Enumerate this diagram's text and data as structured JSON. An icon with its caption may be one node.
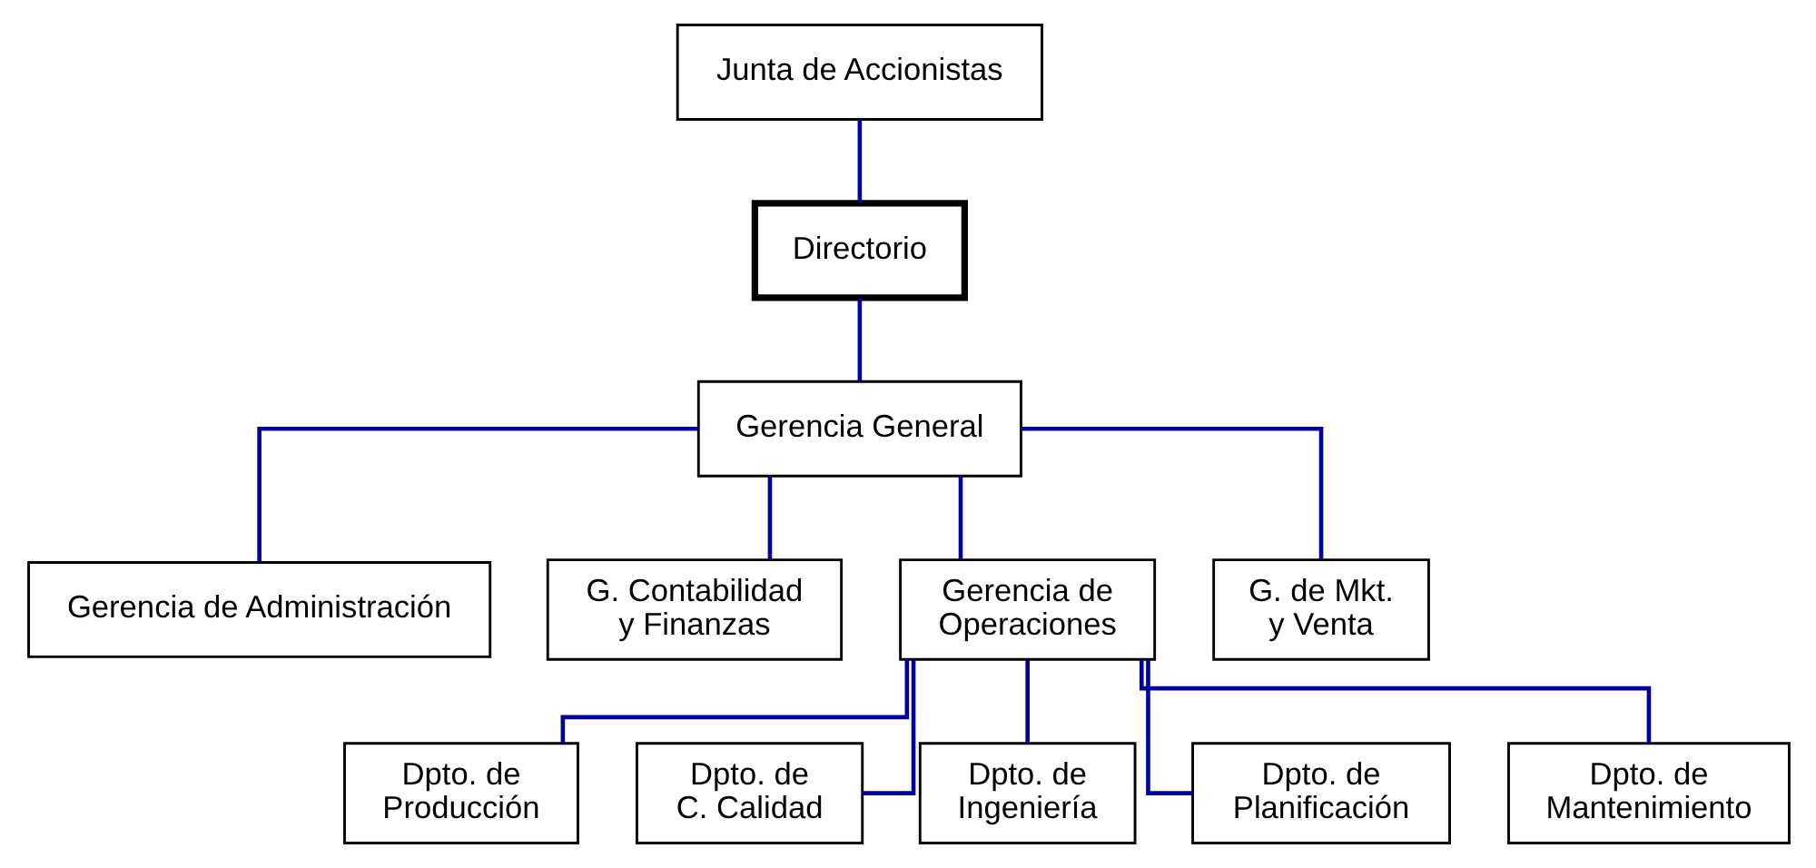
{
  "diagram": {
    "nodes": [
      {
        "text": [
          "Junta de Accionistas"
        ]
      },
      {
        "text": [
          "Directorio"
        ]
      },
      {
        "text": [
          "Gerencia General"
        ]
      },
      {
        "text": [
          "Gerencia de Administración"
        ]
      },
      {
        "text": [
          "G. Contabilidad y Finanzas"
        ]
      },
      {
        "text": [
          "Gerencia de Operaciones"
        ]
      },
      {
        "text": [
          "G. de Mkt. y Venta"
        ]
      },
      {
        "text": [
          "Dpto. de Producción"
        ]
      },
      {
        "text": [
          "Dpto. de C. Calidad"
        ]
      },
      {
        "text": [
          "Dpto. de Ingeniería"
        ]
      },
      {
        "text": [
          "Dpto. de Planificación"
        ]
      },
      {
        "text": [
          "Dpto. de Mantenimiento"
        ]
      }
    ],
    "edges": [
      {
        "from": 0,
        "to": 1,
        "arrow": "none",
        "color": "#0000a0"
      },
      {
        "from": 1,
        "to": 2,
        "arrow": "none",
        "color": "#0000a0"
      },
      {
        "from": 2,
        "to": 3,
        "arrow": "none",
        "color": "#0000a0"
      },
      {
        "from": 2,
        "to": 4,
        "arrow": "none",
        "color": "#0000a0"
      },
      {
        "from": 2,
        "to": 5,
        "arrow": "none",
        "color": "#0000a0"
      },
      {
        "from": 2,
        "to": 6,
        "arrow": "none",
        "color": "#0000a0"
      },
      {
        "from": 5,
        "to": 7,
        "arrow": "none",
        "color": "#0000a0"
      },
      {
        "from": 5,
        "to": 8,
        "arrow": "none",
        "color": "#0000a0"
      },
      {
        "from": 5,
        "to": 9,
        "arrow": "none",
        "color": "#0000a0"
      },
      {
        "from": 5,
        "to": 10,
        "arrow": "none",
        "color": "#0000a0"
      },
      {
        "from": 5,
        "to": 11,
        "arrow": "none",
        "color": "#0000a0"
      }
    ]
  }
}
